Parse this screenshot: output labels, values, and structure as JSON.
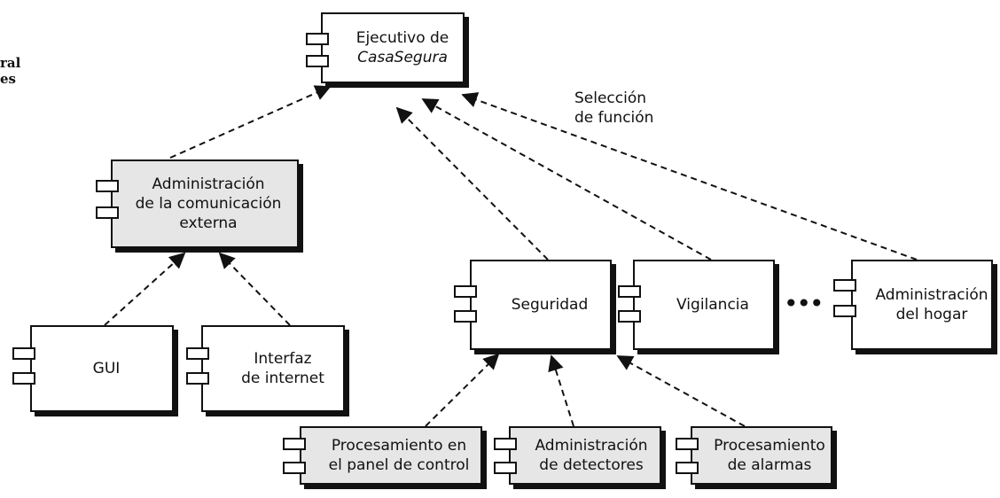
{
  "caption": [
    "ral",
    "es"
  ],
  "components": {
    "executive": [
      "Ejecutivo de",
      "CasaSegura"
    ],
    "ext_comm": [
      "Administración",
      "de la comunicación",
      "externa"
    ],
    "gui": [
      "GUI"
    ],
    "internet": [
      "Interfaz",
      "de internet"
    ],
    "security": [
      "Seguridad"
    ],
    "surveillance": [
      "Vigilancia"
    ],
    "home_mgmt": [
      "Administración",
      "del hogar"
    ],
    "panel_proc": [
      "Procesamiento en",
      "el panel de control"
    ],
    "detectors": [
      "Administración",
      "de detectores"
    ],
    "alarms": [
      "Procesamiento",
      "de alarmas"
    ]
  },
  "note": [
    "Selección",
    "de función"
  ],
  "ellipsis": "•••",
  "colors": {
    "line": "#111111",
    "gray_fill": "#e6e6e6",
    "white_fill": "#ffffff"
  }
}
